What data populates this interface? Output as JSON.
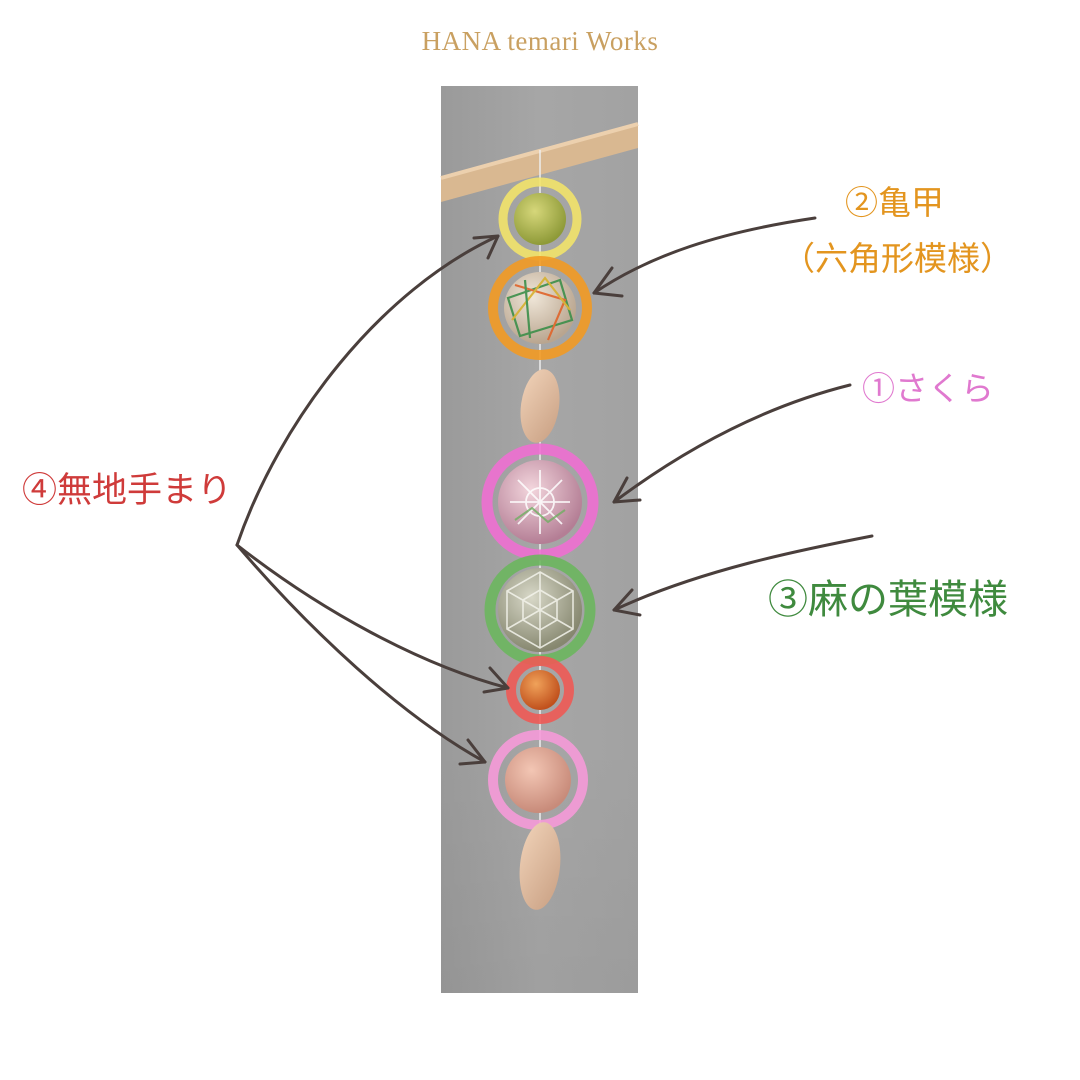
{
  "brand": "HANA temari Works",
  "labels": {
    "kikko": "②亀甲",
    "kikko_sub": "（六角形模様）",
    "sakura": "①さくら",
    "asanoha": "③麻の葉模様",
    "muji": "④無地手まり"
  },
  "colors": {
    "brand": "#c9a061",
    "kikko": "#e3951f",
    "sakura": "#e079cf",
    "asanoha": "#3f8a3e",
    "muji": "#cf3b3a",
    "arrow": "#4a3f3c",
    "ring_yellow": "#f2e36a",
    "ring_orange": "#f29a24",
    "ring_pink": "#ee6fd2",
    "ring_green": "#6bb65e",
    "ring_red": "#ee5a55",
    "ring_lightpink": "#f59ad8"
  }
}
